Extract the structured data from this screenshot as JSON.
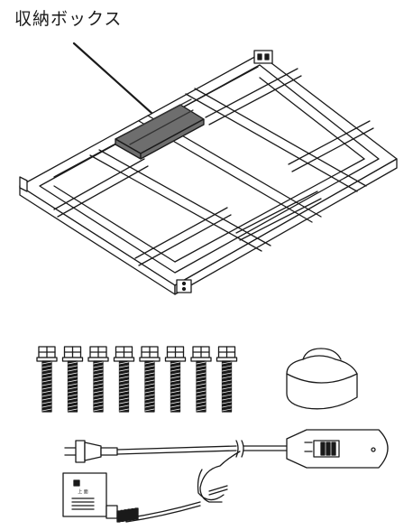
{
  "callout": {
    "label": "収納ボックス"
  },
  "adapter": {
    "face_text": "上 面"
  },
  "parts": {
    "bolt_count": 8
  },
  "colors": {
    "line": "#1a1a1a",
    "box_fill": "#6e6e6e",
    "paper": "#ffffff"
  }
}
